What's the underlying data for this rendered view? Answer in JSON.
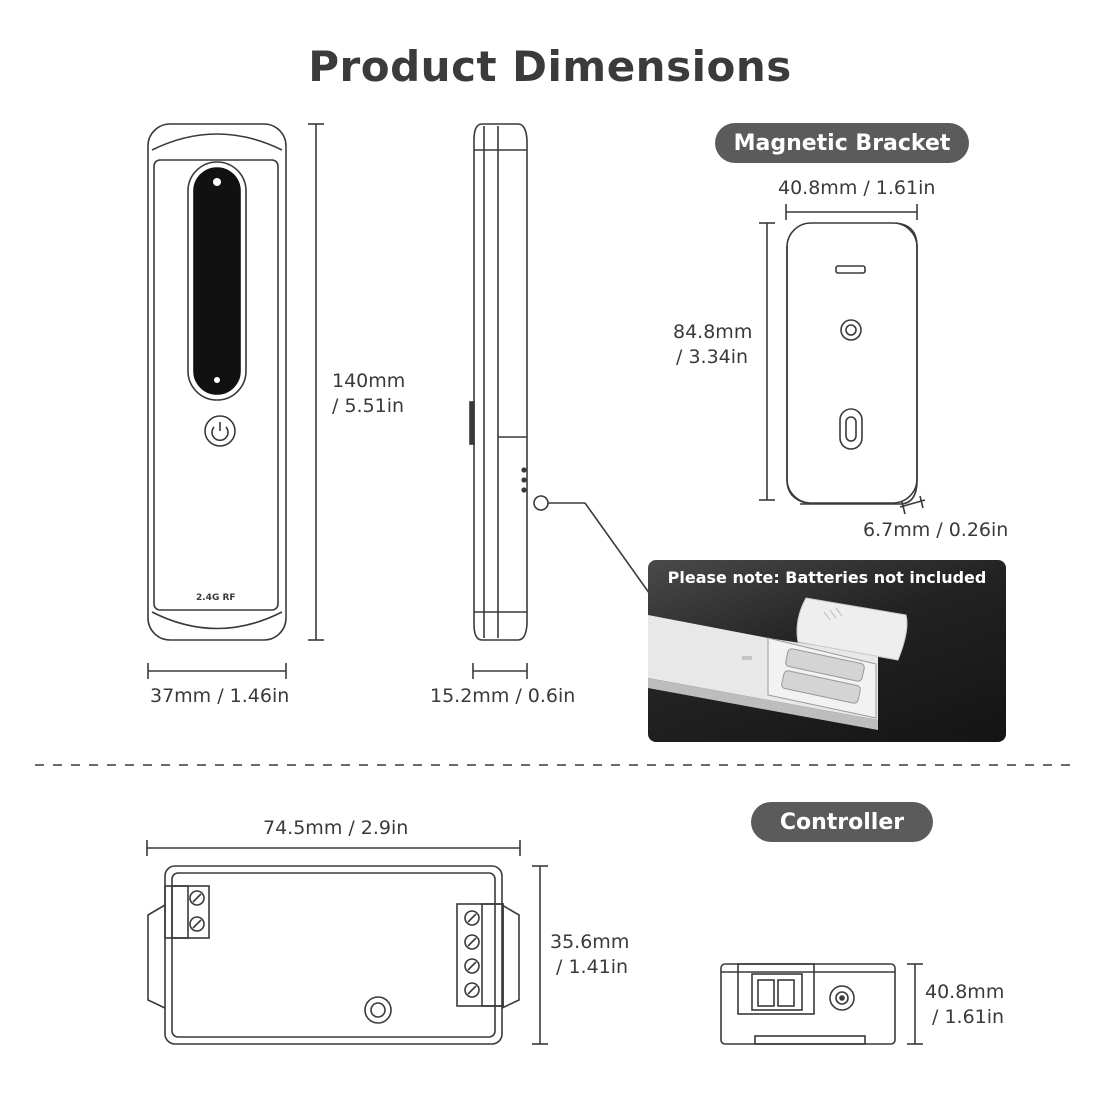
{
  "title": "Product Dimensions",
  "remote": {
    "height_mm": "140mm",
    "height_in": "/ 5.51in",
    "width_label": "37mm / 1.46in",
    "depth_label": "15.2mm / 0.6in",
    "badge": "2.4G RF"
  },
  "bracket": {
    "label": "Magnetic Bracket",
    "width_label": "40.8mm / 1.61in",
    "height_mm": "84.8mm",
    "height_in": "/ 3.34in",
    "depth_label": "6.7mm / 0.26in"
  },
  "battery_photo": {
    "caption": "Please note: Batteries not included"
  },
  "controller": {
    "label": "Controller",
    "length_label": "74.5mm / 2.9in",
    "height_mm": "35.6mm",
    "height_in": "/ 1.41in",
    "side_mm": "40.8mm",
    "side_in": "/ 1.61in"
  },
  "colors": {
    "pill": "#5b5b5b",
    "line": "#3a3a3a",
    "remote_panel": "#111111"
  }
}
